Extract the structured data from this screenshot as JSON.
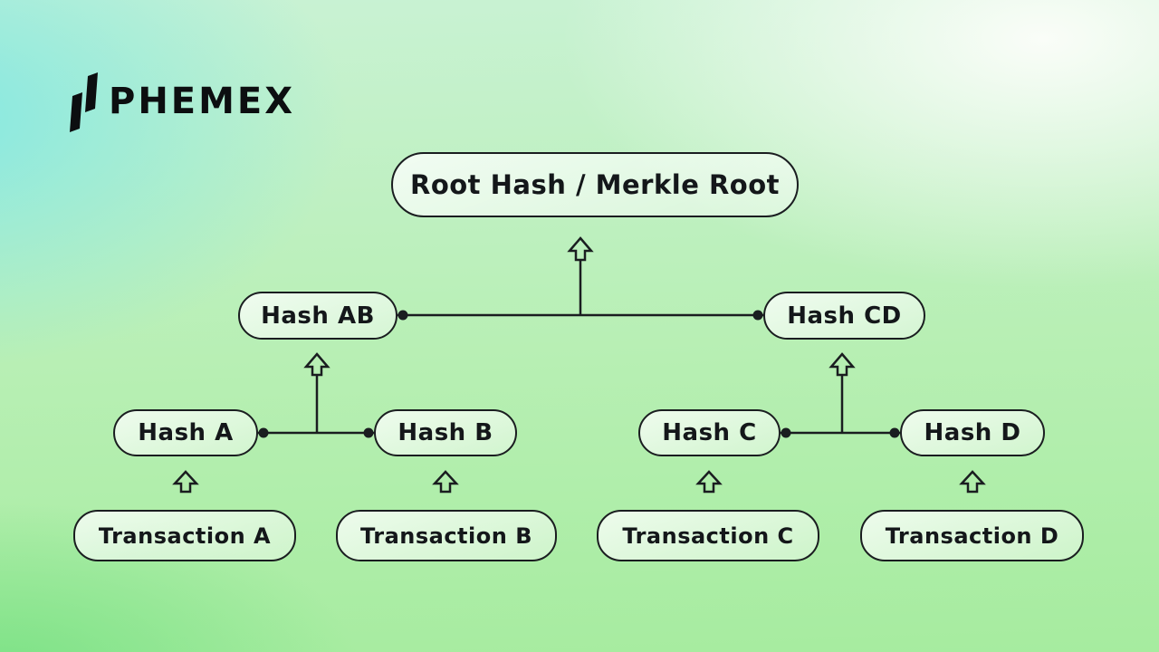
{
  "brand": {
    "logo_text": "PHEMEX",
    "logo_mark_icon": "phemex-double-slash-mark"
  },
  "diagram": {
    "title_semantics": "Merkle tree structure",
    "nodes": {
      "root": {
        "label": "Root Hash / Merkle Root"
      },
      "hash_ab": {
        "label": "Hash AB"
      },
      "hash_cd": {
        "label": "Hash CD"
      },
      "hash_a": {
        "label": "Hash A"
      },
      "hash_b": {
        "label": "Hash B"
      },
      "hash_c": {
        "label": "Hash C"
      },
      "hash_d": {
        "label": "Hash D"
      },
      "tx_a": {
        "label": "Transaction A"
      },
      "tx_b": {
        "label": "Transaction B"
      },
      "tx_c": {
        "label": "Transaction C"
      },
      "tx_d": {
        "label": "Transaction D"
      }
    },
    "icons": {
      "up_arrow": "hollow-up-arrow ⇧",
      "connector_dot": "filled-dot ●"
    }
  },
  "colors": {
    "ink": "#1a1d20",
    "logo_ink": "#0c0e10",
    "bg_top_left_cyan": "#85e8e3",
    "bg_top_right_white": "#fafdf8",
    "bg_bottom_green": "#a6ec9f",
    "node_fill": "rgba(255,255,255,0.55)"
  }
}
